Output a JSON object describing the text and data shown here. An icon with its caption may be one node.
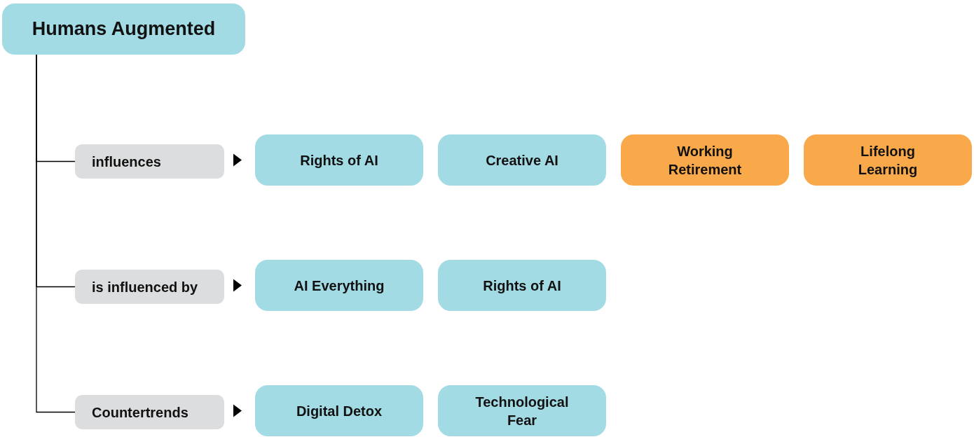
{
  "diagram": {
    "nodes": [
      {
        "text": [
          "Humans Augmented"
        ]
      },
      {
        "text": [
          "influences"
        ]
      },
      {
        "text": [
          "Rights of AI"
        ]
      },
      {
        "text": [
          "Creative AI"
        ]
      },
      {
        "text": [
          "Working Retirement"
        ]
      },
      {
        "text": [
          "Lifelong Learning"
        ]
      },
      {
        "text": [
          "is influenced by"
        ]
      },
      {
        "text": [
          "AI Everything"
        ]
      },
      {
        "text": [
          "Rights of AI"
        ]
      },
      {
        "text": [
          "Countertrends"
        ]
      },
      {
        "text": [
          "Digital Detox"
        ]
      },
      {
        "text": [
          "Technological Fear"
        ]
      }
    ],
    "edges": [
      {
        "from": 0,
        "to": 1,
        "arrow": "none"
      },
      {
        "from": 0,
        "to": 6,
        "arrow": "none"
      },
      {
        "from": 0,
        "to": 9,
        "arrow": "none"
      },
      {
        "from": 1,
        "to": 2,
        "arrow": "to"
      },
      {
        "from": 6,
        "to": 7,
        "arrow": "to"
      },
      {
        "from": 9,
        "to": 10,
        "arrow": "to"
      }
    ]
  }
}
